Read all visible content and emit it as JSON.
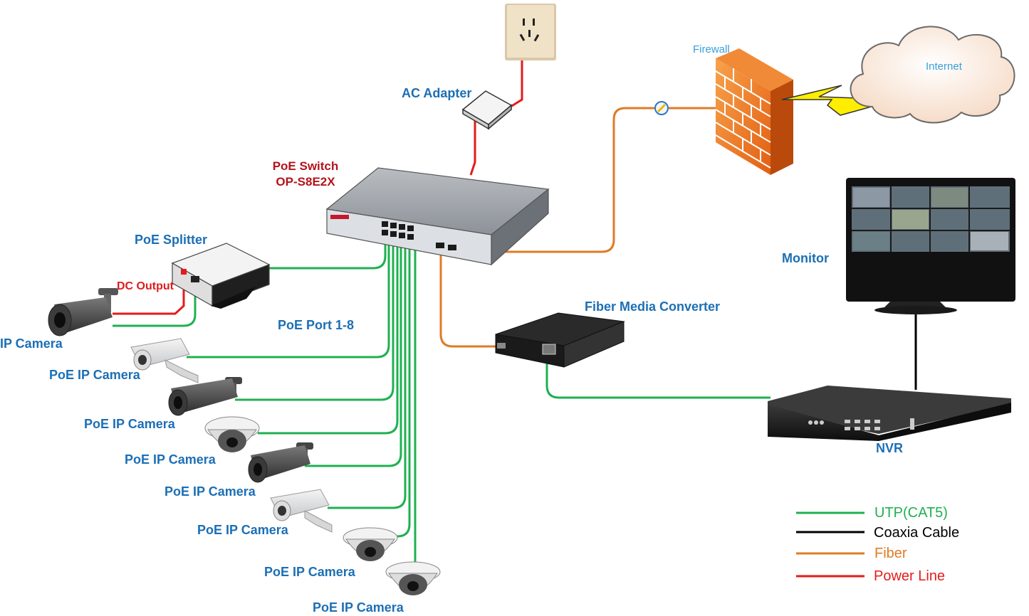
{
  "labels": {
    "ac_adapter": "AC Adapter",
    "poe_switch_line1": "PoE Switch",
    "poe_switch_line2": "OP-S8E2X",
    "firewall": "Firewall",
    "internet": "Internet",
    "poe_splitter": "PoE Splitter",
    "dc_output": "DC Output",
    "ip_camera": "IP Camera",
    "poe_port": "PoE Port 1-8",
    "fiber_media_converter": "Fiber Media Converter",
    "monitor": "Monitor",
    "nvr": "NVR",
    "poe_ip_camera_1": "PoE IP Camera",
    "poe_ip_camera_2": "PoE IP Camera",
    "poe_ip_camera_3": "PoE IP Camera",
    "poe_ip_camera_4": "PoE IP Camera",
    "poe_ip_camera_5": "PoE IP Camera",
    "poe_ip_camera_6": "PoE IP Camera",
    "poe_ip_camera_7": "PoE IP Camera"
  },
  "legend": [
    {
      "label": "UTP(CAT5)",
      "color": "#1fb050"
    },
    {
      "label": "Coaxia Cable",
      "color": "#000000"
    },
    {
      "label": "Fiber",
      "color": "#e07b25"
    },
    {
      "label": "Power Line",
      "color": "#e51b1b"
    }
  ],
  "colors": {
    "utp": "#1fb050",
    "fiber": "#e07b25",
    "power": "#e51b1b",
    "label_blue": "#1c6fb5",
    "label_red": "#b3131b"
  },
  "icons": [
    "wall-outlet-icon",
    "ac-adapter-icon",
    "poe-switch-icon",
    "firewall-icon",
    "internet-cloud-icon",
    "lightning-icon",
    "poe-splitter-icon",
    "bullet-camera-icon",
    "box-camera-icon",
    "dome-camera-icon",
    "fiber-media-converter-icon",
    "monitor-icon",
    "nvr-icon"
  ]
}
